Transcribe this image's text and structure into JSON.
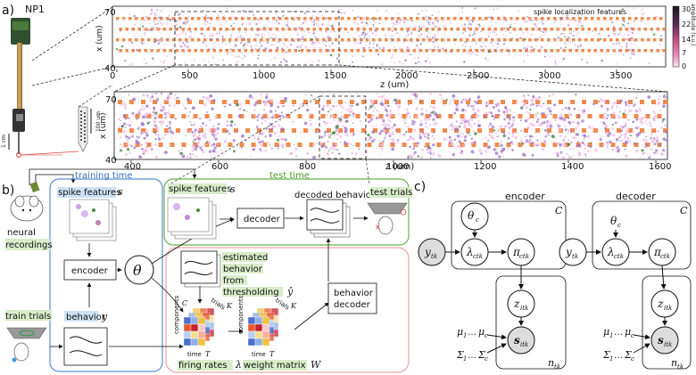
{
  "panel_a": {
    "label": "a)",
    "probe_label": "NP1",
    "scale_1cm": "1 cm",
    "scale_100um": "100 um",
    "top_title": "spike localization features",
    "x_axis_label": "x (um)",
    "z_axis_label": "z (um)",
    "top_y_ticks": [
      "70",
      "40"
    ],
    "top_x_ticks": [
      "0",
      "500",
      "1000",
      "1500",
      "2000",
      "2500",
      "3000",
      "3500"
    ],
    "bottom_y_ticks": [
      "70",
      "40"
    ],
    "bottom_x_ticks": [
      "400",
      "600",
      "800",
      "1000",
      "1200",
      "1400",
      "1600"
    ],
    "colorbar_title": "amplitude (s.u.)",
    "colorbar_ticks": [
      "30",
      "22",
      "14",
      "7",
      "0"
    ],
    "colors": {
      "probe_site": "#f08a4b",
      "spike_low": "#f3b8e2",
      "spike_mid": "#9a6fc8",
      "spike_high": "#2e7d32",
      "cbar_top": "#1b1b1b",
      "cbar_mid": "#c14f7e",
      "cbar_low": "#f2d8ef"
    }
  },
  "panel_b": {
    "label": "b)",
    "training_time": "training time",
    "test_time": "test time",
    "neural_recordings": "neural\nrecordings",
    "spike_features_left": "spike features",
    "spike_features_left_sym": "s",
    "spike_features_right": "spike features",
    "spike_features_right_sym": "s",
    "encoder": "encoder",
    "theta": "θ",
    "decoder": "decoder",
    "decoded_behavior": "decoded behavior",
    "test_trials": "test trials",
    "train_trials": "train trials",
    "behavior": "behavior",
    "behavior_sym": "y",
    "estimated_behavior": [
      "estimated",
      "behavior",
      "from",
      "thresholding"
    ],
    "estimated_sym": "ŷ",
    "behavior_decoder": [
      "behavior",
      "decoder"
    ],
    "components": "components",
    "components_sym": "C",
    "trials": "trials",
    "trials_sym": "K",
    "time": "time",
    "time_sym": "T",
    "firing_rates": "firing rates",
    "firing_rates_sym": "λ",
    "weight_matrix": "weight matrix",
    "weight_matrix_sym": "W",
    "colors": {
      "training_box": "#5b8ed6",
      "test_box": "#6ab04c",
      "behavior_box": "#e9a6a6"
    }
  },
  "panel_c": {
    "label": "c)",
    "encoder_title": "encoder",
    "decoder_title": "decoder",
    "plate_C": "C",
    "plate_n": "n",
    "plate_n_sub": "tk",
    "enc_nodes": {
      "theta": "θ",
      "theta_sub": "c",
      "y": "y",
      "y_sub": "tk",
      "lambda": "λ",
      "lambda_sub": "ctk",
      "pi": "π",
      "pi_sub": "ctk",
      "z": "z",
      "z_sub": "itk",
      "s": "s",
      "s_sub": "itk"
    },
    "mu_row": [
      "μ",
      "1",
      "…",
      "μ",
      "c"
    ],
    "sigma_row": [
      "Σ",
      "1",
      "…",
      "Σ",
      "c"
    ]
  }
}
